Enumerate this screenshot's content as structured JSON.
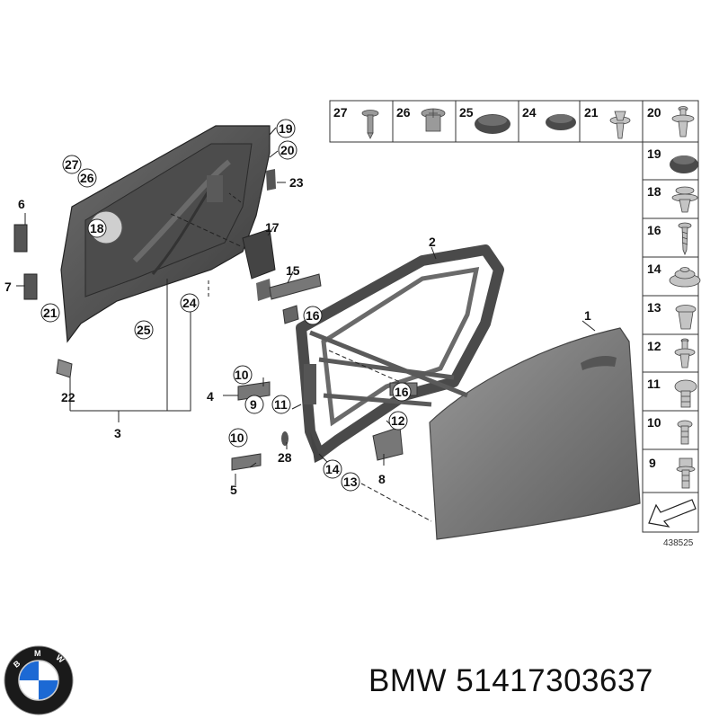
{
  "diagram": {
    "callouts": [
      "1",
      "2",
      "3",
      "4",
      "5",
      "6",
      "7",
      "8",
      "9",
      "10",
      "10",
      "11",
      "12",
      "13",
      "14",
      "15",
      "16",
      "16",
      "17",
      "18",
      "19",
      "20",
      "21",
      "22",
      "23",
      "24",
      "25",
      "26",
      "27",
      "28"
    ],
    "parts_row": [
      "27",
      "26",
      "25",
      "24",
      "21",
      "20"
    ],
    "parts_column": [
      "19",
      "18",
      "16",
      "14",
      "13",
      "12",
      "11",
      "10",
      "9"
    ],
    "diagram_number": "438525"
  },
  "caption": {
    "brand": "BMW",
    "part_number": "51417303637"
  },
  "logo": {
    "letters": "BMW",
    "colors": {
      "blue": "#1c69d4",
      "ring": "#1a1a1a",
      "white": "#ffffff"
    }
  }
}
